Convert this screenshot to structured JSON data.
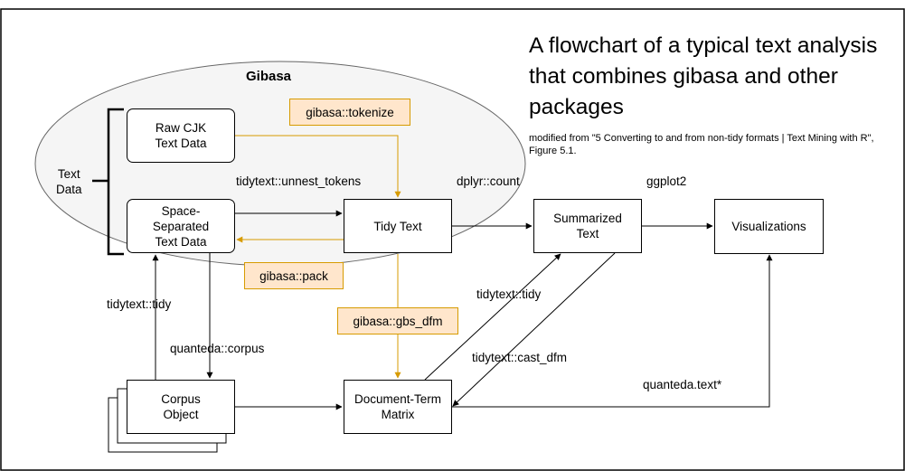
{
  "title": "A flowchart of a typical text analysis that combines gibasa and other packages",
  "source_note": "modified from \"5 Converting to and from non-tidy formats | Text Mining with R\", Figure 5.1.",
  "group": {
    "label": "Gibasa",
    "bracket_label": "Text\nData"
  },
  "nodes": {
    "raw_cjk": "Raw CJK\nText Data",
    "space_separated": "Space-\nSeparated\nText Data",
    "tidy_text": "Tidy Text",
    "summarized_text": "Summarized\nText",
    "visualizations": "Visualizations",
    "corpus_object": "Corpus\nObject",
    "dtm": "Document-Term\nMatrix"
  },
  "gibasa_functions": {
    "tokenize": "gibasa::tokenize",
    "pack": "gibasa::pack",
    "gbs_dfm": "gibasa::gbs_dfm"
  },
  "edge_labels": {
    "unnest_tokens": "tidytext::unnest_tokens",
    "count": "dplyr::count",
    "ggplot2": "ggplot2",
    "tidy_left": "tidytext::tidy",
    "corpus": "quanteda::corpus",
    "tidy_mid": "tidytext::tidy",
    "cast_dfm": "tidytext::cast_dfm",
    "quanteda_text": "quanteda.text*"
  },
  "colors": {
    "orange_fill": "#ffe6cc",
    "orange_stroke": "#d79b00",
    "group_fill": "#f5f5f5",
    "group_stroke": "#666666"
  }
}
